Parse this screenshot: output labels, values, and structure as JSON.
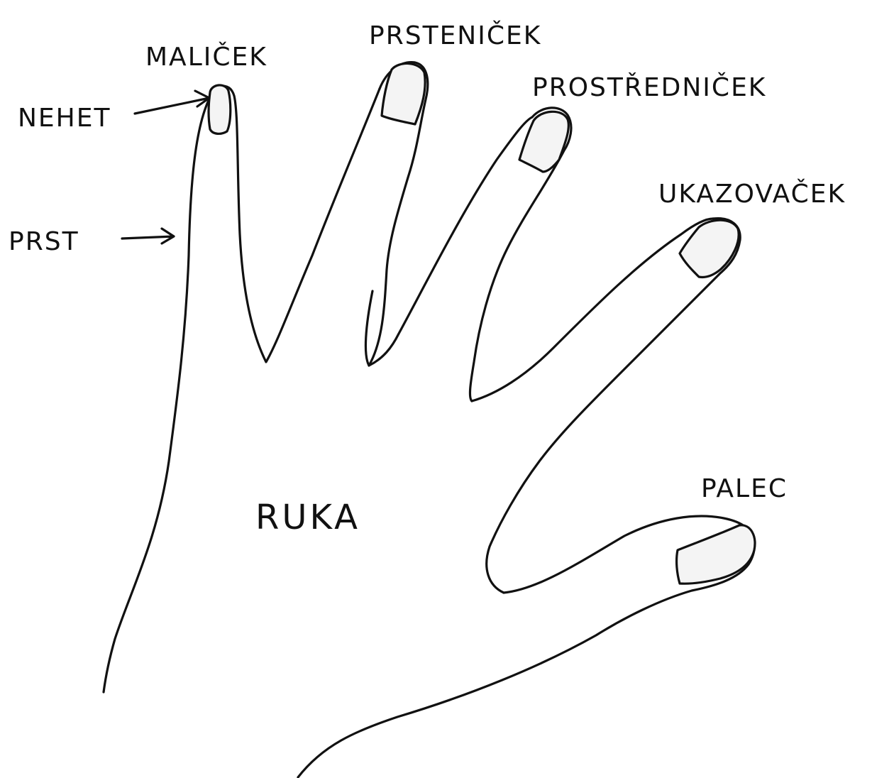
{
  "labels": {
    "malicek": "MALIČEK",
    "prstenicek": "PRSTENIČEK",
    "prostrednicek": "PROSTŘEDNIČEK",
    "ukazovacek": "UKAZOVAČEK",
    "palec": "PALEC",
    "nehet": "NEHET",
    "prst": "PRST",
    "ruka": "RUKA"
  },
  "colors": {
    "ink": "#111111",
    "paper": "#ffffff"
  }
}
